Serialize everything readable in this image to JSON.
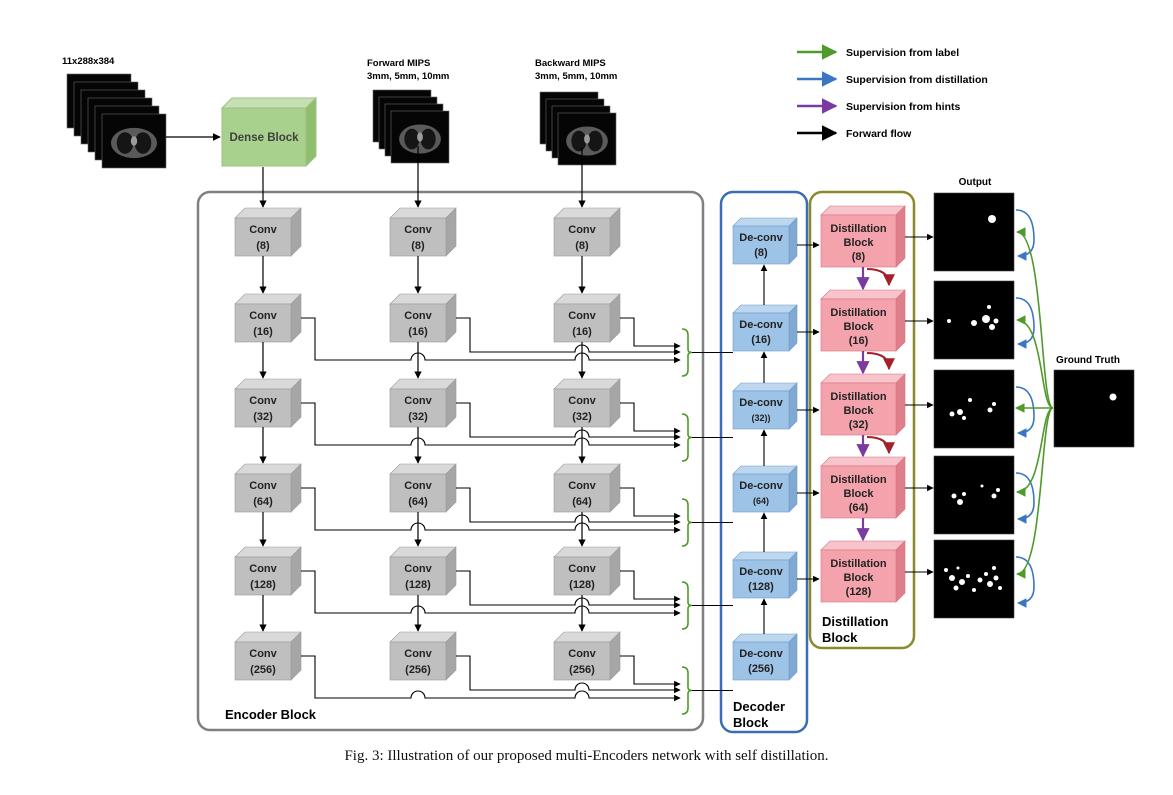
{
  "inputs": {
    "ct_stack_label": "11x288x384",
    "forward_mips_title": "Forward MIPS",
    "forward_mips_sizes": "3mm, 5mm, 10mm",
    "backward_mips_title": "Backward MIPS",
    "backward_mips_sizes": "3mm, 5mm, 10mm"
  },
  "dense_block_label": "Dense Block",
  "legend": [
    {
      "label": "Supervision from  label",
      "color": "#4e9a2a"
    },
    {
      "label": "Supervision from distillation",
      "color": "#3a76c4"
    },
    {
      "label": "Supervision from hints",
      "color": "#7a3aa0"
    },
    {
      "label": "Forward flow",
      "color": "#000000"
    }
  ],
  "encoder": {
    "label": "Encoder Block",
    "column_convs": [
      {
        "name": "Conv",
        "size": "(8)"
      },
      {
        "name": "Conv",
        "size": "(16)"
      },
      {
        "name": "Conv",
        "size": "(32)"
      },
      {
        "name": "Conv",
        "size": "(64)"
      },
      {
        "name": "Conv",
        "size": "(128)"
      },
      {
        "name": "Conv",
        "size": "(256)"
      }
    ]
  },
  "decoder": {
    "label_line1": "Decoder",
    "label_line2": "Block",
    "blocks": [
      {
        "name": "De-conv",
        "size": "(8)"
      },
      {
        "name": "De-conv",
        "size": "(16)"
      },
      {
        "name": "De-conv",
        "size": "(32))"
      },
      {
        "name": "De-conv",
        "size": "(64)"
      },
      {
        "name": "De-conv",
        "size": "(128)"
      },
      {
        "name": "De-conv",
        "size": "(256)"
      }
    ]
  },
  "distillation": {
    "label_line1": "Distillation",
    "label_line2": "Block",
    "blocks": [
      {
        "line1": "Distillation",
        "line2": "Block",
        "size": "(8)"
      },
      {
        "line1": "Distillation",
        "line2": "Block",
        "size": "(16)"
      },
      {
        "line1": "Distillation",
        "line2": "Block",
        "size": "(32)"
      },
      {
        "line1": "Distillation",
        "line2": "Block",
        "size": "(64)"
      },
      {
        "line1": "Distillation",
        "line2": "Block",
        "size": "(128)"
      }
    ]
  },
  "output_label": "Output",
  "ground_truth_label": "Ground Truth",
  "caption": "Fig. 3: Illustration of our proposed multi-Encoders network with self distillation.",
  "colors": {
    "encoder_frame": "#808080",
    "decoder_frame": "#3a6db5",
    "distillation_frame": "#8a8a2a",
    "conv_block": "#bfbfbf",
    "deconv_block": "#9dc3e6",
    "distill_block": "#f4a3ad",
    "dense_block": "#a9d18e",
    "hint_arrow": "#7a3aa0",
    "red_arrow": "#a4202a"
  }
}
